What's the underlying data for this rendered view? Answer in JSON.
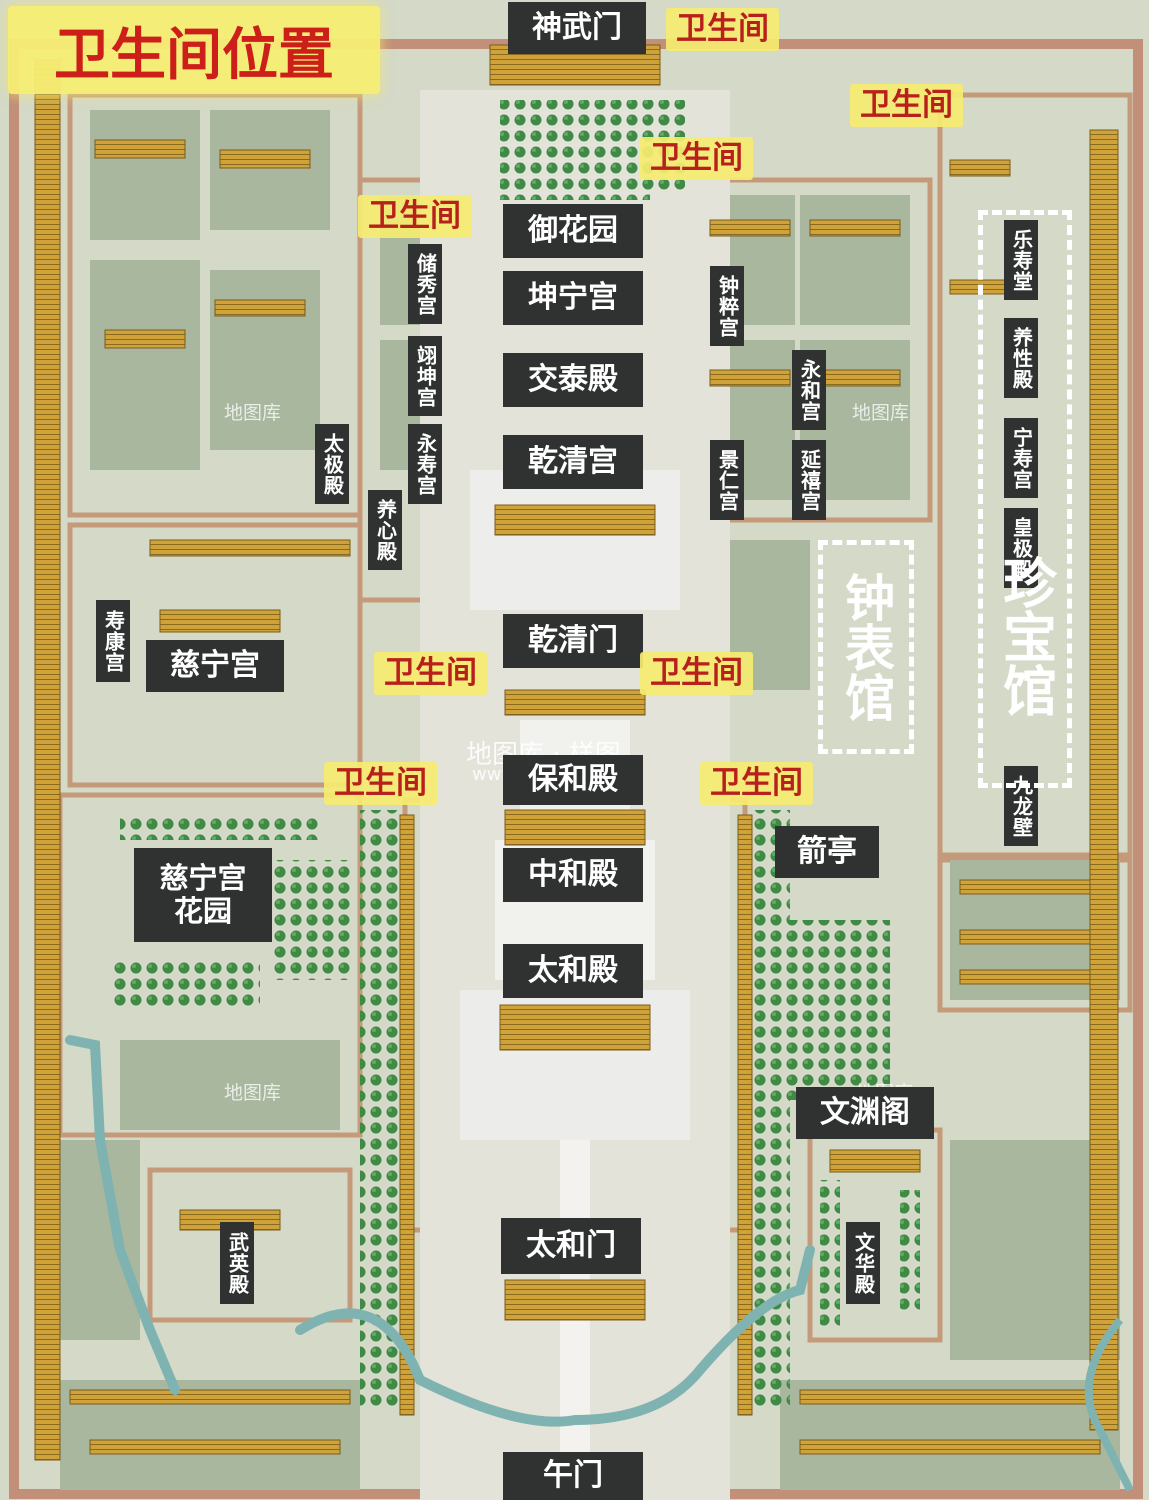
{
  "title": "卫生间位置",
  "toilet_label": "卫生间",
  "buildings": {
    "shenwumen": "神武门",
    "yuhuayuan": "御花园",
    "kunninggong": "坤宁宫",
    "jiaotaidian": "交泰殿",
    "qianqinggong": "乾清宫",
    "qianqingmen": "乾清门",
    "baohedian": "保和殿",
    "zhonghedian": "中和殿",
    "taihedian": "太和殿",
    "taihemen": "太和门",
    "wumen": "午门",
    "chuxiugong": "储秀宫",
    "yikungong": "翊坤宫",
    "yongshougong": "永寿宫",
    "taijidian": "太极殿",
    "yangxindian": "养心殿",
    "shoukanggong": "寿康宫",
    "cininggong": "慈宁宫",
    "cininggong_garden": "慈宁宫花园",
    "wuyingdian": "武英殿",
    "zhongcuigong": "钟粹宫",
    "yonghegong": "永和宫",
    "jingrengong": "景仁宫",
    "yanxigong": "延禧宫",
    "jianting": "箭亭",
    "wenyuange": "文渊阁",
    "wenhuadian": "文华殿",
    "leshoutang": "乐寿堂",
    "yangxingdian": "养性殿",
    "ningshougong": "宁寿宫",
    "huangjidian": "皇极殿",
    "jiulongbi": "九龙壁"
  },
  "museums": {
    "clock": "钟表馆",
    "treasure": "珍宝馆"
  },
  "watermarks": {
    "small": "地图库",
    "main": "地图库 · 样图",
    "url": "www.ditutu.net"
  },
  "colors": {
    "label_bg": "#2f3230",
    "toilet_text": "#b8201c",
    "toilet_bg": "#f6ec70",
    "wall": "#c4a27a",
    "roof": "#d0a437",
    "courtyard": "#a9b79f",
    "tree": "#3f8a45"
  }
}
